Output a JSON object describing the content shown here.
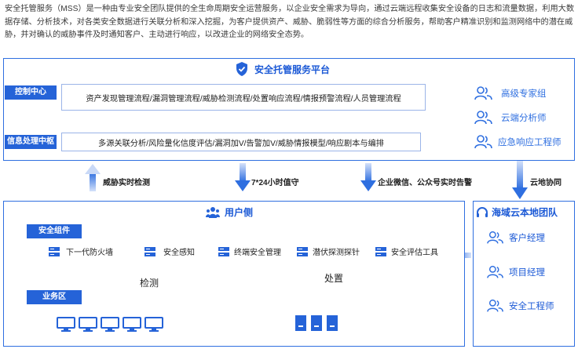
{
  "intro": "安全托管服务（MSS）是一种由专业安全团队提供的全生命周期安全运营服务，以企业安全需求为导向，通过云端远程收集安全设备的日志和流量数据，利用大数据存储、分析技术，对各类安全数据进行关联分析和深入挖掘，为客户提供资产、威胁、脆弱性等方面的综合分析服务，帮助客户精准识别和监测网络中的潜在威胁，并对确认的威胁事件及时通知客户、主动进行响应，以改进企业的网络安全态势。",
  "platform": {
    "title": "安全托管服务平台",
    "control_center": {
      "label": "控制中心",
      "content": "资产发现管理流程/漏洞管理流程/威胁检测流程/处置响应流程/情报预警流程/人员管理流程"
    },
    "info_center": {
      "label": "信息处理中枢",
      "content": "多源关联分析/风险量化信度评估/漏洞加V/告警加V/威胁情报模型/响应剧本与编排"
    }
  },
  "experts": [
    "高级专家组",
    "云端分析师",
    "应急响应工程师"
  ],
  "arrows": {
    "threat_detect": "威胁实时检测",
    "duty": "7*24小时值守",
    "alert": "企业微信、公众号实时告警",
    "cloud_collab": "云地协同",
    "detect": "检测",
    "dispose": "处置"
  },
  "user_side": {
    "title": "用户侧",
    "security_components": {
      "label": "安全组件",
      "items": [
        "下一代防火墙",
        "安全感知",
        "终端安全管理",
        "潜伏探测探针",
        "安全评估工具"
      ]
    },
    "business_zone": {
      "label": "业务区"
    }
  },
  "local_team": {
    "title": "海域云本地团队",
    "members": [
      "客户经理",
      "项目经理",
      "安全工程师"
    ]
  },
  "colors": {
    "primary": "#2563d8",
    "border": "#2f6fe0",
    "arrow_top": "#c9d9f7",
    "arrow_bottom": "#2f6fe0"
  }
}
